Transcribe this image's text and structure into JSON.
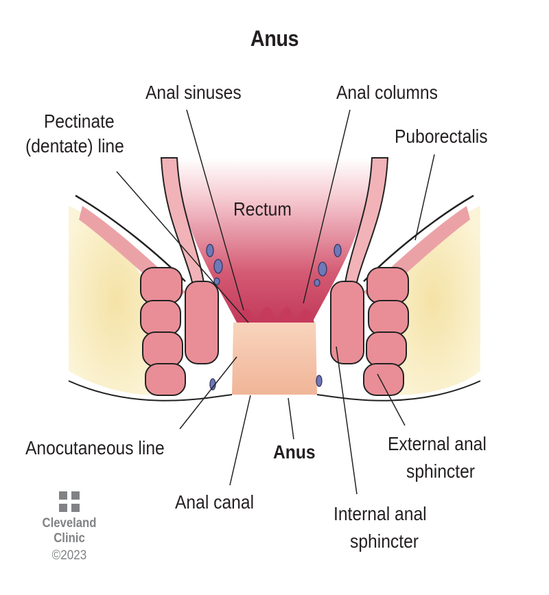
{
  "title": "Anus",
  "labels": {
    "anal_sinuses": "Anal sinuses",
    "anal_columns": "Anal columns",
    "pectinate_line_1": "Pectinate",
    "pectinate_line_2": "(dentate) line",
    "puborectalis": "Puborectalis",
    "rectum": "Rectum",
    "anocutaneous_line": "Anocutaneous line",
    "anus": "Anus",
    "external_sphincter_1": "External anal",
    "external_sphincter_2": "sphincter",
    "anal_canal": "Anal canal",
    "internal_sphincter_1": "Internal anal",
    "internal_sphincter_2": "sphincter"
  },
  "logo": {
    "name_line1": "Cleveland",
    "name_line2": "Clinic",
    "copyright": "©2023",
    "icon": "cleveland-clinic-cross-icon"
  },
  "colors": {
    "rectum_pink": "#c8415e",
    "muscle_pink": "#e99aa0",
    "fat_yellow": "#f5e6a8",
    "canal_peach": "#f4c4a6",
    "vessel_blue": "#6f79b8",
    "logo_gray": "#808285"
  }
}
